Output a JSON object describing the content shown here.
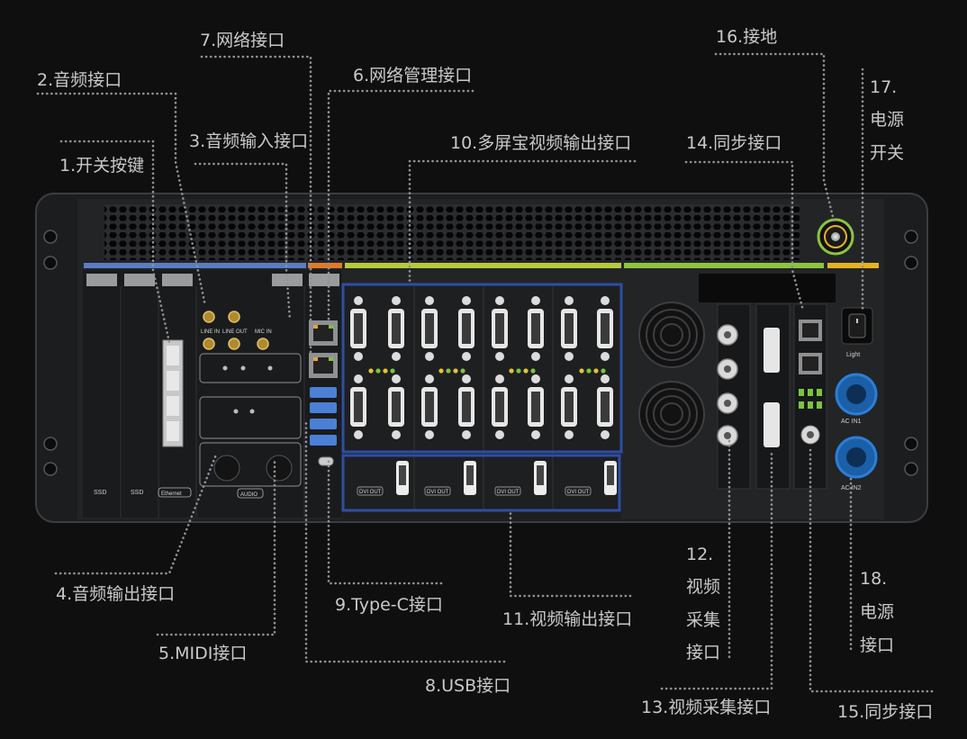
{
  "labels": {
    "l1": "1.开关按键",
    "l2": "2.音频接口",
    "l3": "3.音频输入接口",
    "l4": "4.音频输出接口",
    "l5": "5.MIDI接口",
    "l6": "6.网络管理接口",
    "l7": "7.网络接口",
    "l8": "8.USB接口",
    "l9": "9.Type-C接口",
    "l10": "10.多屏宝视频输出接口",
    "l11": "11.视频输出接口",
    "l12": [
      "12.",
      "视频",
      "采集",
      "接口"
    ],
    "l13": "13.视频采集接口",
    "l14": "14.同步接口",
    "l15": "15.同步接口",
    "l16": "16.接地",
    "l17": [
      "17.",
      "电源",
      "开关"
    ],
    "l18": [
      "18.",
      "电源",
      "接口"
    ]
  },
  "device_text": {
    "ssd1": "SSD",
    "ssd2": "SSD",
    "ethernet": "Ethernet",
    "audio": "AUDIO",
    "line_in": "LINE IN",
    "line_out": "LINE OUT",
    "mic_in": "MIC IN",
    "light": "Light",
    "ac_in1": "AC IN1",
    "ac_in2": "AC IN2",
    "dvi_out": "DVI OUT"
  },
  "colors": {
    "highlight": "#2d4ea6",
    "strip_blue": "#5b7cc4",
    "strip_orange": "#e07a2a",
    "strip_yellowgreen": "#b8c93c",
    "strip_green": "#8cc440",
    "strip_yellow": "#e5b322",
    "usb_blue": "#4a80d8",
    "power_blue": "#2a7fd4"
  }
}
